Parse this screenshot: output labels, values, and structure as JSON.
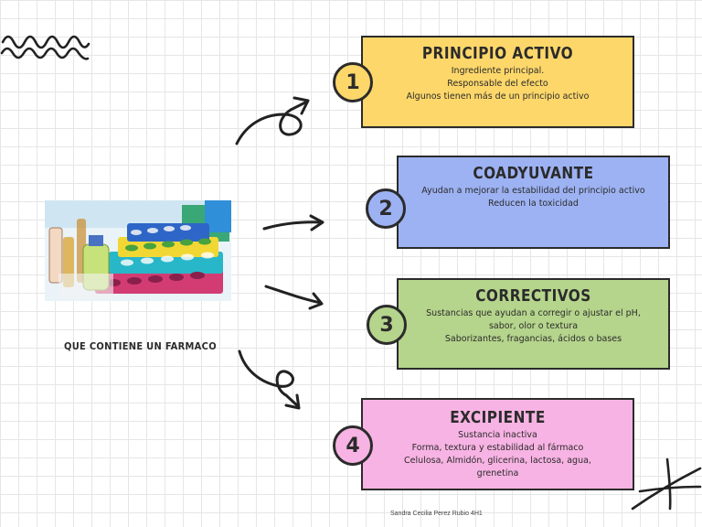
{
  "caption": "QUE CONTIENE UN FARMACO",
  "author": "Sandra Cecilia Perez Rubio 4H1",
  "cards": [
    {
      "number": "1",
      "title": "PRINCIPIO ACTIVO",
      "lines": [
        "Ingrediente principal.",
        "Responsable del efecto",
        "Algunos tienen más de un principio activo"
      ],
      "color": "#fdd76a"
    },
    {
      "number": "2",
      "title": "COADYUVANTE",
      "lines": [
        "Ayudan a mejorar la estabilidad del principio activo",
        "Reducen la toxicidad"
      ],
      "color": "#9db2f3"
    },
    {
      "number": "3",
      "title": "CORRECTIVOS",
      "lines": [
        "Sustancias que ayudan a corregir o ajustar el pH,",
        "sabor, olor o textura",
        "Saborizantes, fragancias, ácidos o bases"
      ],
      "color": "#b5d48c"
    },
    {
      "number": "4",
      "title": "EXCIPIENTE",
      "lines": [
        "Sustancia inactiva",
        "Forma, textura y estabilidad al fármaco",
        "Celulosa, Almidón, glicerina, lactosa, agua,",
        "grenetina"
      ],
      "color": "#f7b3e3"
    }
  ]
}
